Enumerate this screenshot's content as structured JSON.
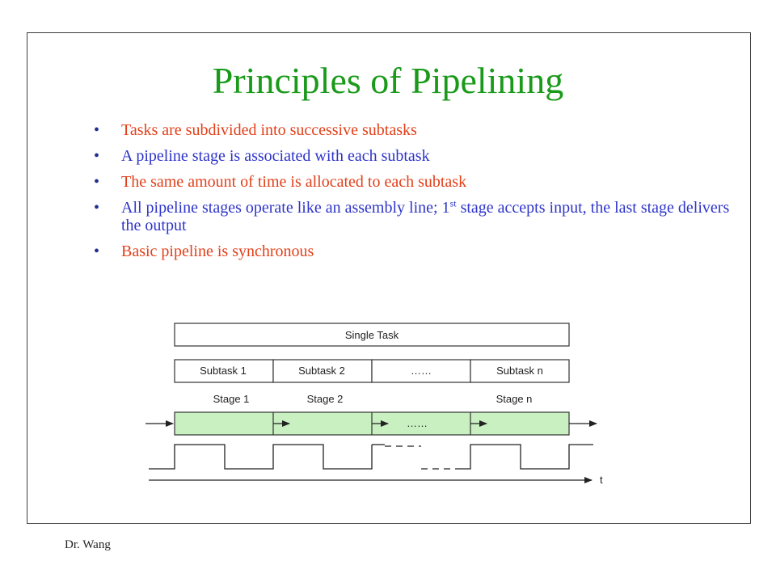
{
  "slide": {
    "title": "Principles of Pipelining",
    "bullets": [
      {
        "text": "Tasks are subdivided into successive subtasks",
        "color": "#e2401a"
      },
      {
        "text": "A pipeline stage is associated with each subtask",
        "color": "#2e34c9"
      },
      {
        "text": "The same amount of time is allocated to each subtask",
        "color": "#e2401a"
      },
      {
        "text_before": "All pipeline stages operate like an assembly line; 1",
        "sup": "st",
        "text_after": " stage accepts input, the last stage delivers the output",
        "color": "#2e34c9"
      },
      {
        "text": "Basic pipeline is synchronous",
        "color": "#e2401a"
      }
    ],
    "footer": "Dr. Wang",
    "title_color": "#1a9a1a"
  },
  "diagram": {
    "single_task": "Single Task",
    "subtasks": [
      "Subtask 1",
      "Subtask 2",
      "……",
      "Subtask n"
    ],
    "stages": [
      "Stage 1",
      "Stage 2",
      "Stage n"
    ],
    "stage_ellipsis": "……",
    "time_axis_label": "t",
    "stage_fill": "#c8f0c0"
  }
}
